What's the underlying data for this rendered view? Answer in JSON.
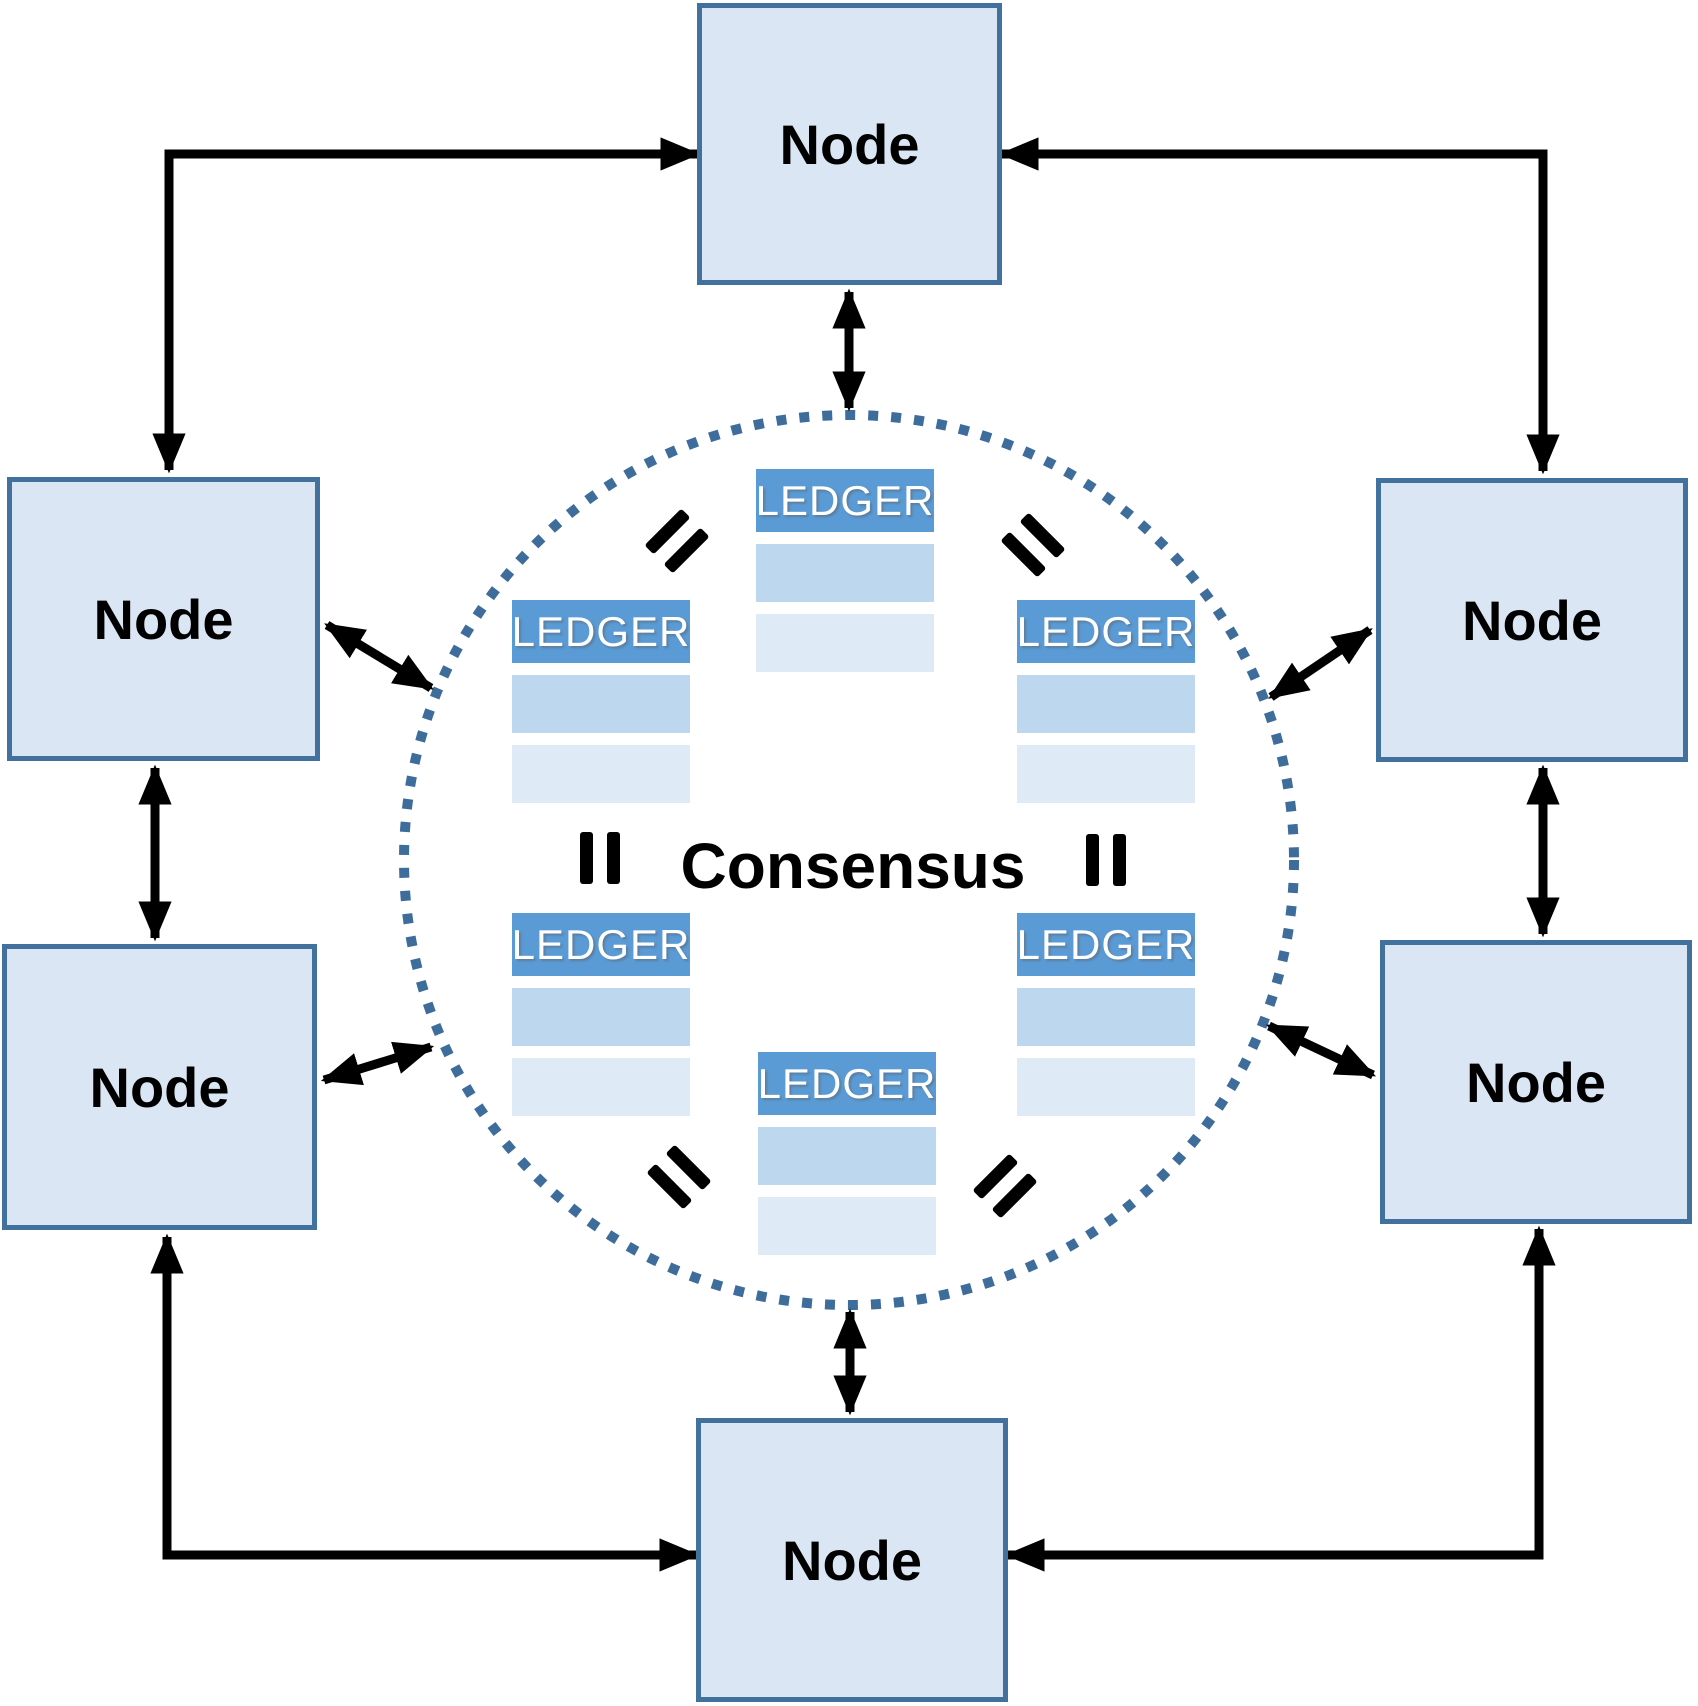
{
  "diagram": {
    "type": "peer-to-peer consensus network",
    "center": {
      "label": "Consensus"
    },
    "nodes": [
      {
        "id": "top",
        "label": "Node"
      },
      {
        "id": "left-top",
        "label": "Node"
      },
      {
        "id": "left-bottom",
        "label": "Node"
      },
      {
        "id": "right-top",
        "label": "Node"
      },
      {
        "id": "right-bottom",
        "label": "Node"
      },
      {
        "id": "bottom",
        "label": "Node"
      }
    ],
    "ledgers": [
      {
        "position": "top",
        "label": "LEDGER",
        "rows": 2
      },
      {
        "position": "left",
        "label": "LEDGER",
        "rows": 2
      },
      {
        "position": "right",
        "label": "LEDGER",
        "rows": 2
      },
      {
        "position": "lower-left",
        "label": "LEDGER",
        "rows": 2
      },
      {
        "position": "lower-right",
        "label": "LEDGER",
        "rows": 2
      },
      {
        "position": "bottom",
        "label": "LEDGER",
        "rows": 2
      }
    ],
    "symbols": {
      "equals": "=",
      "equals_count": 6
    },
    "connectors": {
      "style": "black double-headed arrows",
      "elbow_links": [
        "top-left",
        "top-right",
        "bottom-left",
        "bottom-right"
      ],
      "straight_links": [
        "top-node to circle",
        "bottom-node to circle",
        "left-top to left-bottom",
        "right-top to right-bottom",
        "left-top to circle",
        "left-bottom to circle",
        "right-top to circle",
        "right-bottom to circle"
      ]
    },
    "colors": {
      "node_fill": "#dbe6f4",
      "node_border": "#41719c",
      "ledger_header": "#5b9bd5",
      "ledger_header_text": "#ffffff",
      "ledger_row1": "#bdd7ee",
      "ledger_row2": "#deeaf6",
      "dotted_circle": "#3e6d9c",
      "arrow": "#000000",
      "label_text": "#000000"
    }
  }
}
